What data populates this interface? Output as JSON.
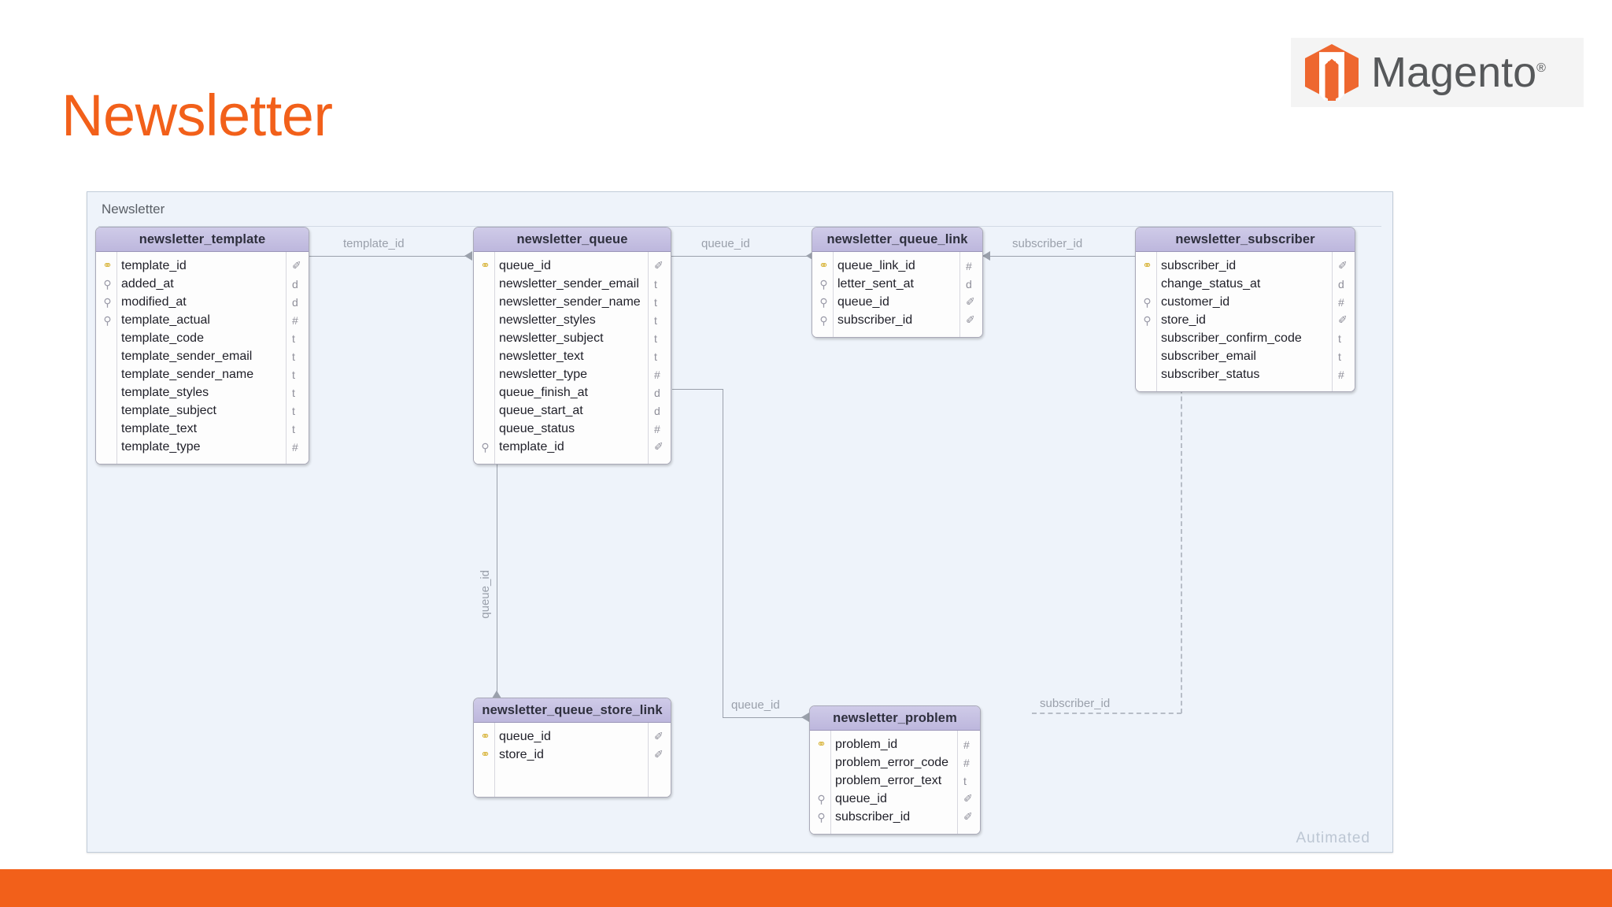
{
  "slide": {
    "title": "Newsletter",
    "brand": {
      "wordmark": "Magento",
      "trademark": "®"
    }
  },
  "diagram": {
    "caption": "Newsletter",
    "watermark": "Autimated",
    "entities": [
      {
        "id": "newsletter_template",
        "name": "newsletter_template",
        "fields": [
          {
            "key": "PK",
            "name": "template_id",
            "type": "key"
          },
          {
            "key": "FK",
            "name": "added_at",
            "type": "d"
          },
          {
            "key": "FK",
            "name": "modified_at",
            "type": "d"
          },
          {
            "key": "FK",
            "name": "template_actual",
            "type": "#"
          },
          {
            "key": "",
            "name": "template_code",
            "type": "t"
          },
          {
            "key": "",
            "name": "template_sender_email",
            "type": "t"
          },
          {
            "key": "",
            "name": "template_sender_name",
            "type": "t"
          },
          {
            "key": "",
            "name": "template_styles",
            "type": "t"
          },
          {
            "key": "",
            "name": "template_subject",
            "type": "t"
          },
          {
            "key": "",
            "name": "template_text",
            "type": "t"
          },
          {
            "key": "",
            "name": "template_type",
            "type": "#"
          }
        ]
      },
      {
        "id": "newsletter_queue",
        "name": "newsletter_queue",
        "fields": [
          {
            "key": "PK",
            "name": "queue_id",
            "type": "key"
          },
          {
            "key": "",
            "name": "newsletter_sender_email",
            "type": "t"
          },
          {
            "key": "",
            "name": "newsletter_sender_name",
            "type": "t"
          },
          {
            "key": "",
            "name": "newsletter_styles",
            "type": "t"
          },
          {
            "key": "",
            "name": "newsletter_subject",
            "type": "t"
          },
          {
            "key": "",
            "name": "newsletter_text",
            "type": "t"
          },
          {
            "key": "",
            "name": "newsletter_type",
            "type": "#"
          },
          {
            "key": "",
            "name": "queue_finish_at",
            "type": "d"
          },
          {
            "key": "",
            "name": "queue_start_at",
            "type": "d"
          },
          {
            "key": "",
            "name": "queue_status",
            "type": "#"
          },
          {
            "key": "FK",
            "name": "template_id",
            "type": "key"
          }
        ]
      },
      {
        "id": "newsletter_queue_link",
        "name": "newsletter_queue_link",
        "fields": [
          {
            "key": "PK",
            "name": "queue_link_id",
            "type": "#"
          },
          {
            "key": "FK",
            "name": "letter_sent_at",
            "type": "d"
          },
          {
            "key": "FK",
            "name": "queue_id",
            "type": "key"
          },
          {
            "key": "FK",
            "name": "subscriber_id",
            "type": "key"
          }
        ]
      },
      {
        "id": "newsletter_subscriber",
        "name": "newsletter_subscriber",
        "fields": [
          {
            "key": "PK",
            "name": "subscriber_id",
            "type": "key"
          },
          {
            "key": "",
            "name": "change_status_at",
            "type": "d"
          },
          {
            "key": "FK",
            "name": "customer_id",
            "type": "#"
          },
          {
            "key": "FK",
            "name": "store_id",
            "type": "key"
          },
          {
            "key": "",
            "name": "subscriber_confirm_code",
            "type": "t"
          },
          {
            "key": "",
            "name": "subscriber_email",
            "type": "t"
          },
          {
            "key": "",
            "name": "subscriber_status",
            "type": "#"
          }
        ]
      },
      {
        "id": "newsletter_queue_store_link",
        "name": "newsletter_queue_store_link",
        "fields": [
          {
            "key": "PK",
            "name": "queue_id",
            "type": "key"
          },
          {
            "key": "PK",
            "name": "store_id",
            "type": "key"
          }
        ]
      },
      {
        "id": "newsletter_problem",
        "name": "newsletter_problem",
        "fields": [
          {
            "key": "PK",
            "name": "problem_id",
            "type": "#"
          },
          {
            "key": "",
            "name": "problem_error_code",
            "type": "#"
          },
          {
            "key": "",
            "name": "problem_error_text",
            "type": "t"
          },
          {
            "key": "FK",
            "name": "queue_id",
            "type": "key"
          },
          {
            "key": "FK",
            "name": "subscriber_id",
            "type": "key"
          }
        ]
      }
    ],
    "relationships": [
      {
        "id": "rel-template-id",
        "label": "template_id"
      },
      {
        "id": "rel-queue-id-top",
        "label": "queue_id"
      },
      {
        "id": "rel-subscriber-id-top",
        "label": "subscriber_id"
      },
      {
        "id": "rel-queue-id-vertical",
        "label": "queue_id"
      },
      {
        "id": "rel-queue-id-bottom",
        "label": "queue_id"
      },
      {
        "id": "rel-subscriber-id-bottom",
        "label": "subscriber_id"
      }
    ]
  },
  "colors": {
    "accent": "#f2601a",
    "entity_header": "#c6c1e4",
    "canvas": "#eef3fa",
    "connector": "#9aa0ab"
  },
  "icons": {
    "primary_key": "⚷",
    "foreign_key": "⚲",
    "key_glyph": "✐"
  }
}
